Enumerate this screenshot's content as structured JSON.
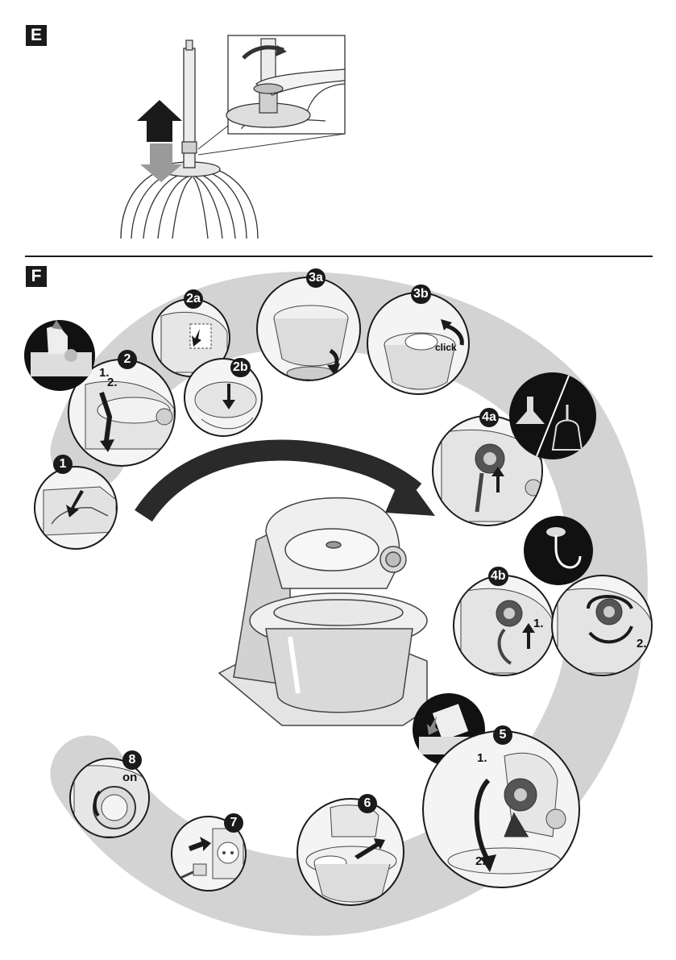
{
  "sections": {
    "e": {
      "letter": "E"
    },
    "f": {
      "letter": "F"
    }
  },
  "steps": {
    "s1": "1",
    "s2": "2",
    "s2a": "2a",
    "s2b": "2b",
    "s3a": "3a",
    "s3b": "3b",
    "s4a": "4a",
    "s4b": "4b",
    "s5": "5",
    "s6": "6",
    "s7": "7",
    "s8": "8"
  },
  "labels": {
    "step2_first": "1.",
    "step2_second": "2.",
    "step3b_click": "click",
    "step4b_first": "1.",
    "step4b_second": "2.",
    "step5_first": "1.",
    "step5_second": "2.",
    "step8_on": "on"
  },
  "colors": {
    "ink": "#1a1a1a",
    "shadow_arc": "#c9c9c9",
    "steel": "#d8d8d8",
    "arrow_gray": "#8a8a8a"
  }
}
